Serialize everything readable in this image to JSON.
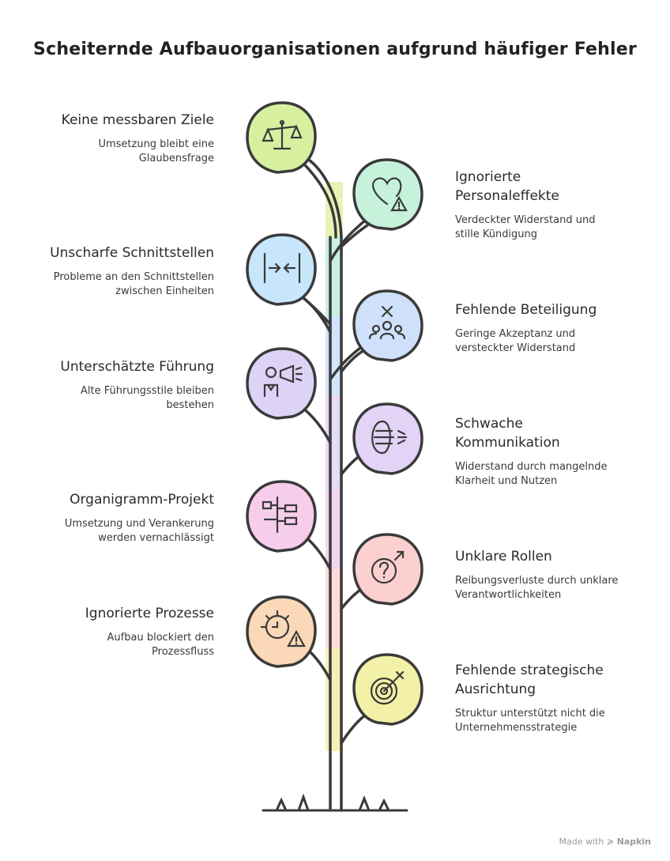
{
  "title": "Scheiternde Aufbauorganisationen aufgrund häufiger Fehler",
  "left_items": [
    {
      "heading": "Keine messbaren Ziele",
      "desc_1": "Umsetzung bleibt eine",
      "desc_2": "Glaubensfrage",
      "icon": "scale-icon",
      "color": "#d6f0a0"
    },
    {
      "heading": "Unscharfe Schnittstellen",
      "desc_1": "Probleme an den Schnittstellen",
      "desc_2": "zwischen Einheiten",
      "icon": "interface-arrows-icon",
      "color": "#c7e6fb"
    },
    {
      "heading": "Unterschätzte Führung",
      "desc_1": "Alte Führungsstile bleiben",
      "desc_2": "bestehen",
      "icon": "leader-megaphone-icon",
      "color": "#dcd3f6"
    },
    {
      "heading": "Organigramm-Projekt",
      "desc_1": "Umsetzung und Verankerung",
      "desc_2": "werden vernachlässigt",
      "icon": "org-chart-icon",
      "color": "#f6cdea"
    },
    {
      "heading": "Ignorierte Prozesse",
      "desc_1": "Aufbau blockiert den",
      "desc_2": "Prozessfluss",
      "icon": "gear-warning-icon",
      "color": "#fbd8b8"
    }
  ],
  "right_items": [
    {
      "heading_1": "Ignorierte",
      "heading_2": "Personaleffekte",
      "desc_1": "Verdeckter Widerstand und",
      "desc_2": "stille Kündigung",
      "icon": "heart-warning-icon",
      "color": "#c6f2dc"
    },
    {
      "heading_1": "Fehlende Beteiligung",
      "heading_2": "",
      "desc_1": "Geringe Akzeptanz und",
      "desc_2": "versteckter Widerstand",
      "icon": "group-x-icon",
      "color": "#cfe0fa"
    },
    {
      "heading_1": "Schwache",
      "heading_2": "Kommunikation",
      "desc_1": "Widerstand durch mangelnde",
      "desc_2": "Klarheit und Nutzen",
      "icon": "communication-icon",
      "color": "#e3d3f7"
    },
    {
      "heading_1": "Unklare Rollen",
      "heading_2": "",
      "desc_1": "Reibungsverluste durch unklare",
      "desc_2": "Verantwortlichkeiten",
      "icon": "question-role-icon",
      "color": "#fbd0cf"
    },
    {
      "heading_1": "Fehlende strategische",
      "heading_2": "Ausrichtung",
      "desc_1": "Struktur unterstützt nicht die",
      "desc_2": "Unternehmensstrategie",
      "icon": "target-icon",
      "color": "#f3f0a8"
    }
  ],
  "footer": {
    "made_with": "Made with",
    "brand": "Napkin"
  }
}
